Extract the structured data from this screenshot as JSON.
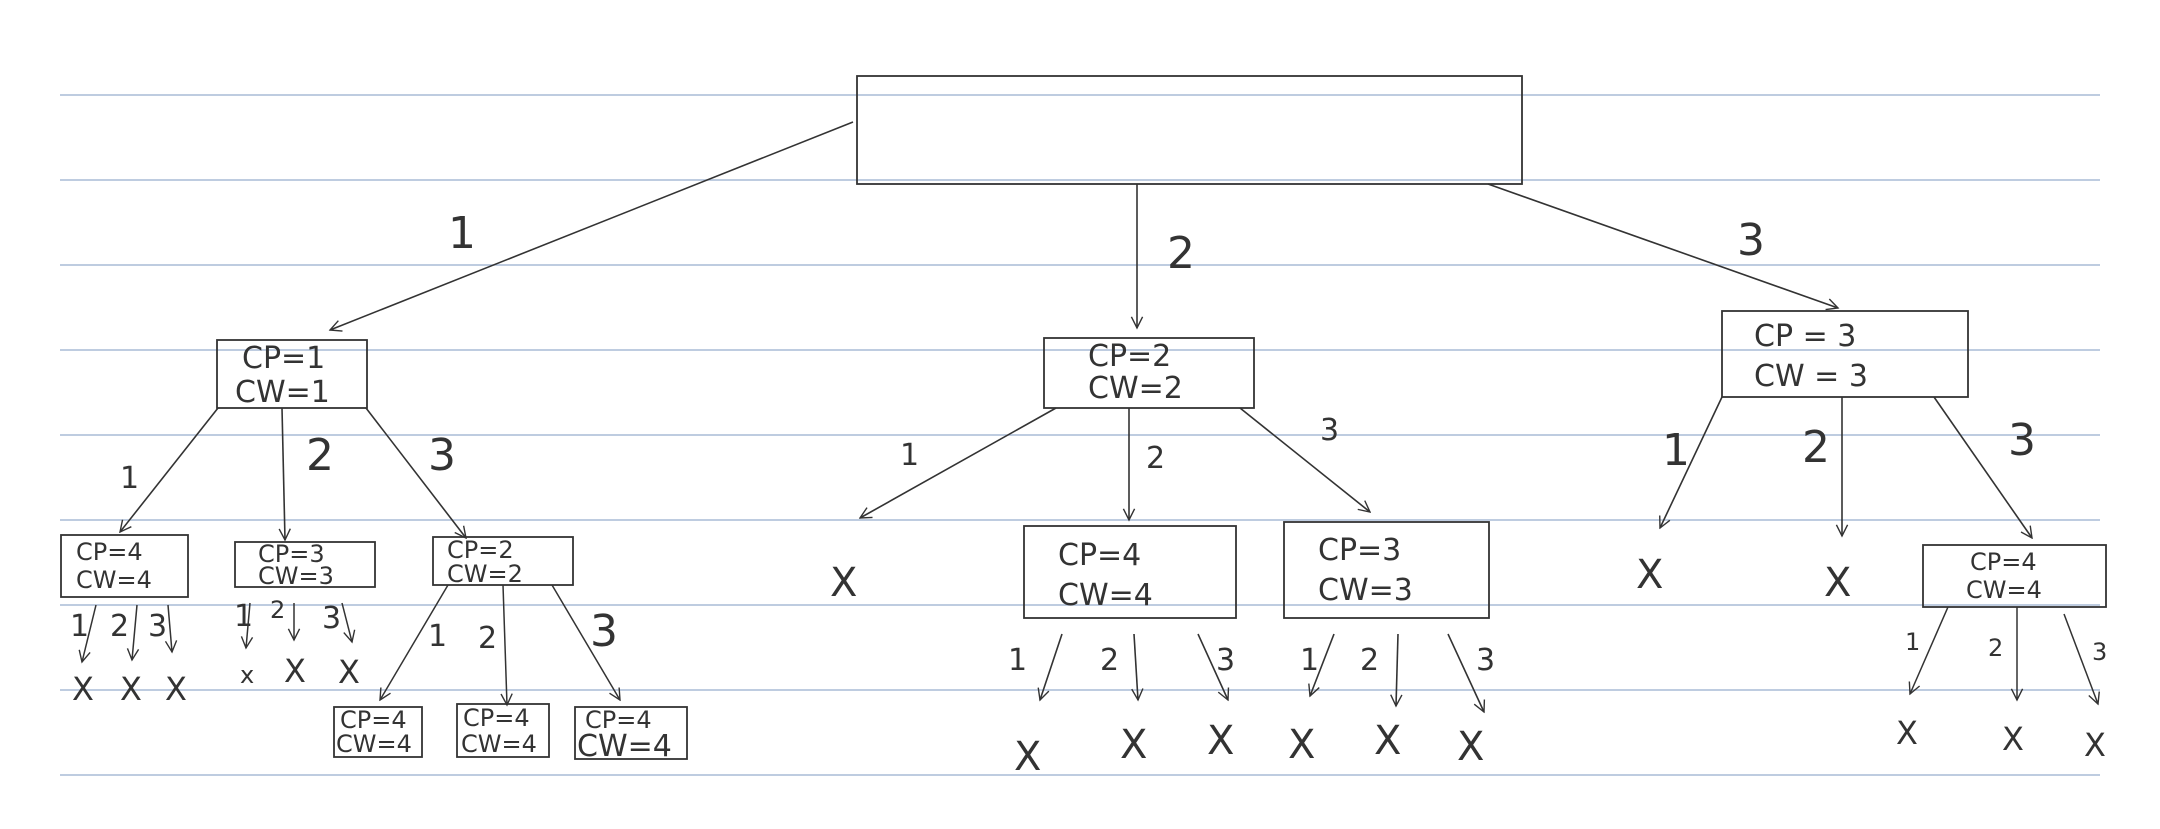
{
  "colors": {
    "ink": "#333333",
    "rule_line": "#a9bcd6",
    "background": "#ffffff"
  },
  "root": {
    "text": ""
  },
  "branches": [
    {
      "edge_label": "1",
      "node": {
        "line1": "CP=1",
        "line2": "CW=1"
      },
      "children": [
        {
          "edge_label": "1",
          "node": {
            "line1": "CP=4",
            "line2": "CW=4"
          },
          "children": [
            {
              "edge_label": "1",
              "leaf": "X"
            },
            {
              "edge_label": "2",
              "leaf": "X"
            },
            {
              "edge_label": "3",
              "leaf": "X"
            }
          ]
        },
        {
          "edge_label": "2",
          "node": {
            "line1": "CP=3",
            "line2": "CW=3"
          },
          "children": [
            {
              "edge_label": "1",
              "leaf": "x"
            },
            {
              "edge_label": "2",
              "leaf": "X"
            },
            {
              "edge_label": "3",
              "leaf": "X"
            }
          ]
        },
        {
          "edge_label": "3",
          "node": {
            "line1": "CP=2",
            "line2": "CW=2"
          },
          "children": [
            {
              "edge_label": "1",
              "node": {
                "line1": "CP=4",
                "line2": "CW=4"
              }
            },
            {
              "edge_label": "2",
              "node": {
                "line1": "CP=4",
                "line2": "CW=4"
              }
            },
            {
              "edge_label": "3",
              "node": {
                "line1": "CP=4",
                "line2": "CW=4"
              }
            }
          ]
        }
      ]
    },
    {
      "edge_label": "2",
      "node": {
        "line1": "CP=2",
        "line2": "CW=2"
      },
      "children": [
        {
          "edge_label": "1",
          "leaf": "X"
        },
        {
          "edge_label": "2",
          "node": {
            "line1": "CP=4",
            "line2": "CW=4"
          },
          "children": [
            {
              "edge_label": "1",
              "leaf": "X"
            },
            {
              "edge_label": "2",
              "leaf": "X"
            },
            {
              "edge_label": "3",
              "leaf": "X"
            }
          ]
        },
        {
          "edge_label": "3",
          "node": {
            "line1": "CP=3",
            "line2": "CW=3"
          },
          "children": [
            {
              "edge_label": "1",
              "leaf": "X"
            },
            {
              "edge_label": "2",
              "leaf": "X"
            },
            {
              "edge_label": "3",
              "leaf": "X"
            }
          ]
        }
      ]
    },
    {
      "edge_label": "3",
      "node": {
        "line1": "CP = 3",
        "line2": "CW = 3"
      },
      "children": [
        {
          "edge_label": "1",
          "leaf": "X"
        },
        {
          "edge_label": "2",
          "leaf": "X"
        },
        {
          "edge_label": "3",
          "node": {
            "line1": "CP=4",
            "line2": "CW=4"
          },
          "children": [
            {
              "edge_label": "1",
              "leaf": "X"
            },
            {
              "edge_label": "2",
              "leaf": "X"
            },
            {
              "edge_label": "3",
              "leaf": "X"
            }
          ]
        }
      ]
    }
  ]
}
